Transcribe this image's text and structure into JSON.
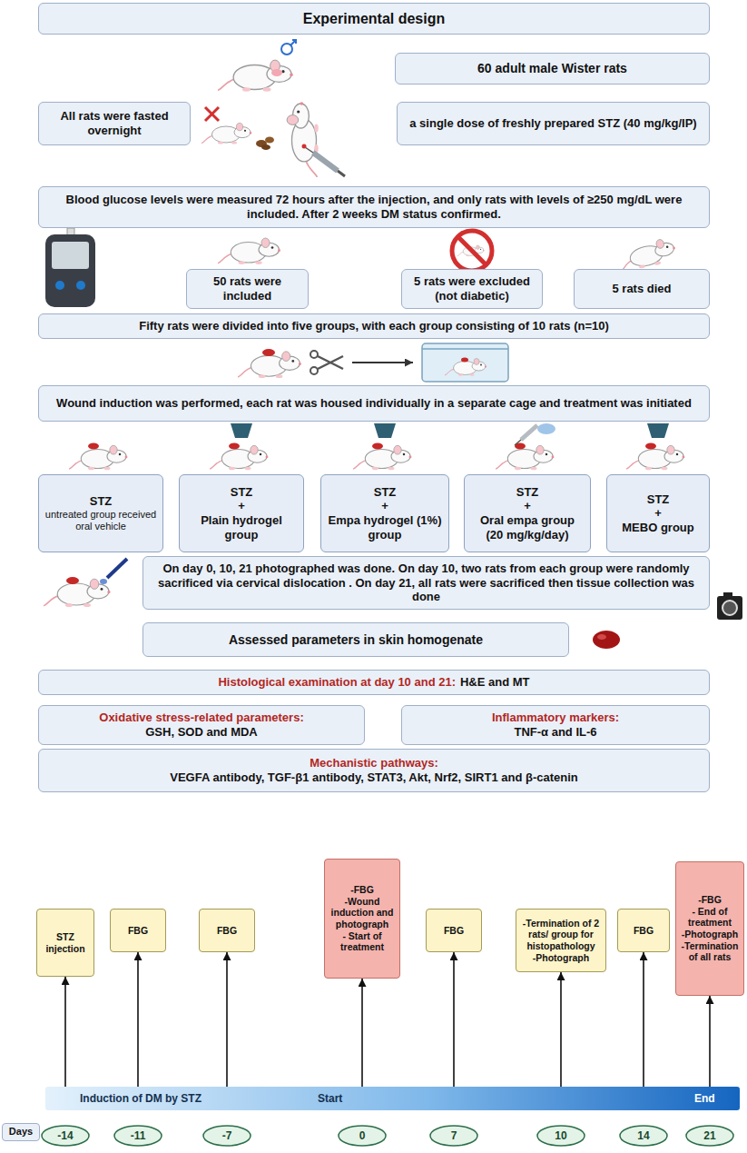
{
  "diagram": {
    "title": "Experimental design",
    "nodes": [
      {
        "text": [
          "60 adult male Wister rats"
        ]
      },
      {
        "text": [
          "All rats were fasted overnight"
        ]
      },
      {
        "text": [
          "a single dose of freshly prepared STZ (40 mg/kg/IP)"
        ]
      },
      {
        "text": [
          "Blood glucose levels were measured 72 hours after the injection, and only rats with levels of ≥250 mg/dL were included. After 2 weeks DM status confirmed."
        ]
      },
      {
        "text": [
          "50 rats were included"
        ]
      },
      {
        "text": [
          "5 rats were excluded (not diabetic)"
        ]
      },
      {
        "text": [
          "5 rats died"
        ]
      },
      {
        "text": [
          "Fifty rats were divided into five groups, with each group consisting of 10 rats (n=10)"
        ]
      },
      {
        "text": [
          "Wound induction was performed, each rat was housed individually in a separate cage and treatment was initiated"
        ]
      },
      {
        "text": [
          "STZ",
          "untreated group received oral vehicle"
        ]
      },
      {
        "text": [
          "STZ",
          "+",
          "Plain hydrogel group"
        ]
      },
      {
        "text": [
          "STZ",
          "+",
          "Empa hydrogel (1%) group"
        ]
      },
      {
        "text": [
          "STZ",
          "+",
          "Oral empa group (20 mg/kg/day)"
        ]
      },
      {
        "text": [
          "STZ",
          "+",
          "MEBO group"
        ]
      },
      {
        "text": [
          "On day 0, 10, 21 photographed was done. On day 10, two rats from each group were randomly sacrificed via cervical dislocation . On day 21, all rats were sacrificed then tissue collection was done"
        ]
      },
      {
        "text": [
          "Assessed parameters in skin homogenate"
        ]
      },
      {
        "text": [
          "Histological examination at day 10 and 21:",
          "H&E and MT"
        ]
      },
      {
        "text": [
          "Oxidative stress-related parameters:",
          "GSH, SOD and MDA"
        ]
      },
      {
        "text": [
          "Inflammatory markers:",
          "TNF-α and IL-6"
        ]
      },
      {
        "text": [
          "Mechanistic pathways:",
          "VEGFA antibody, TGF-β1 antibody, STAT3, Akt, Nrf2, SIRT1 and β-catenin"
        ]
      },
      {
        "text": [
          "STZ injection"
        ]
      },
      {
        "text": [
          "FBG"
        ]
      },
      {
        "text": [
          "FBG"
        ]
      },
      {
        "text": [
          "-FBG",
          "-Wound induction and photograph",
          "- Start of treatment"
        ]
      },
      {
        "text": [
          "FBG"
        ]
      },
      {
        "text": [
          "-Termination of 2 rats/ group for histopathology",
          "-Photograph"
        ]
      },
      {
        "text": [
          "FBG"
        ]
      },
      {
        "text": [
          "-FBG",
          "- End of treatment",
          "-Photograph",
          "-Termination of all rats"
        ]
      },
      {
        "text": [
          "Induction of DM by STZ",
          "Start",
          "End"
        ]
      },
      {
        "text": [
          "Days"
        ]
      },
      {
        "text": [
          "-14"
        ]
      },
      {
        "text": [
          "-11"
        ]
      },
      {
        "text": [
          "-7"
        ]
      },
      {
        "text": [
          "0"
        ]
      },
      {
        "text": [
          "7"
        ]
      },
      {
        "text": [
          "10"
        ]
      },
      {
        "text": [
          "14"
        ]
      },
      {
        "text": [
          "21"
        ]
      }
    ],
    "edges": [
      {
        "from": 28,
        "to": 20,
        "arrow": "to"
      },
      {
        "from": 28,
        "to": 21,
        "arrow": "to"
      },
      {
        "from": 28,
        "to": 22,
        "arrow": "to"
      },
      {
        "from": 28,
        "to": 23,
        "arrow": "to"
      },
      {
        "from": 28,
        "to": 24,
        "arrow": "to"
      },
      {
        "from": 28,
        "to": 25,
        "arrow": "to"
      },
      {
        "from": 28,
        "to": 26,
        "arrow": "to"
      },
      {
        "from": 28,
        "to": 27,
        "arrow": "to"
      }
    ]
  }
}
